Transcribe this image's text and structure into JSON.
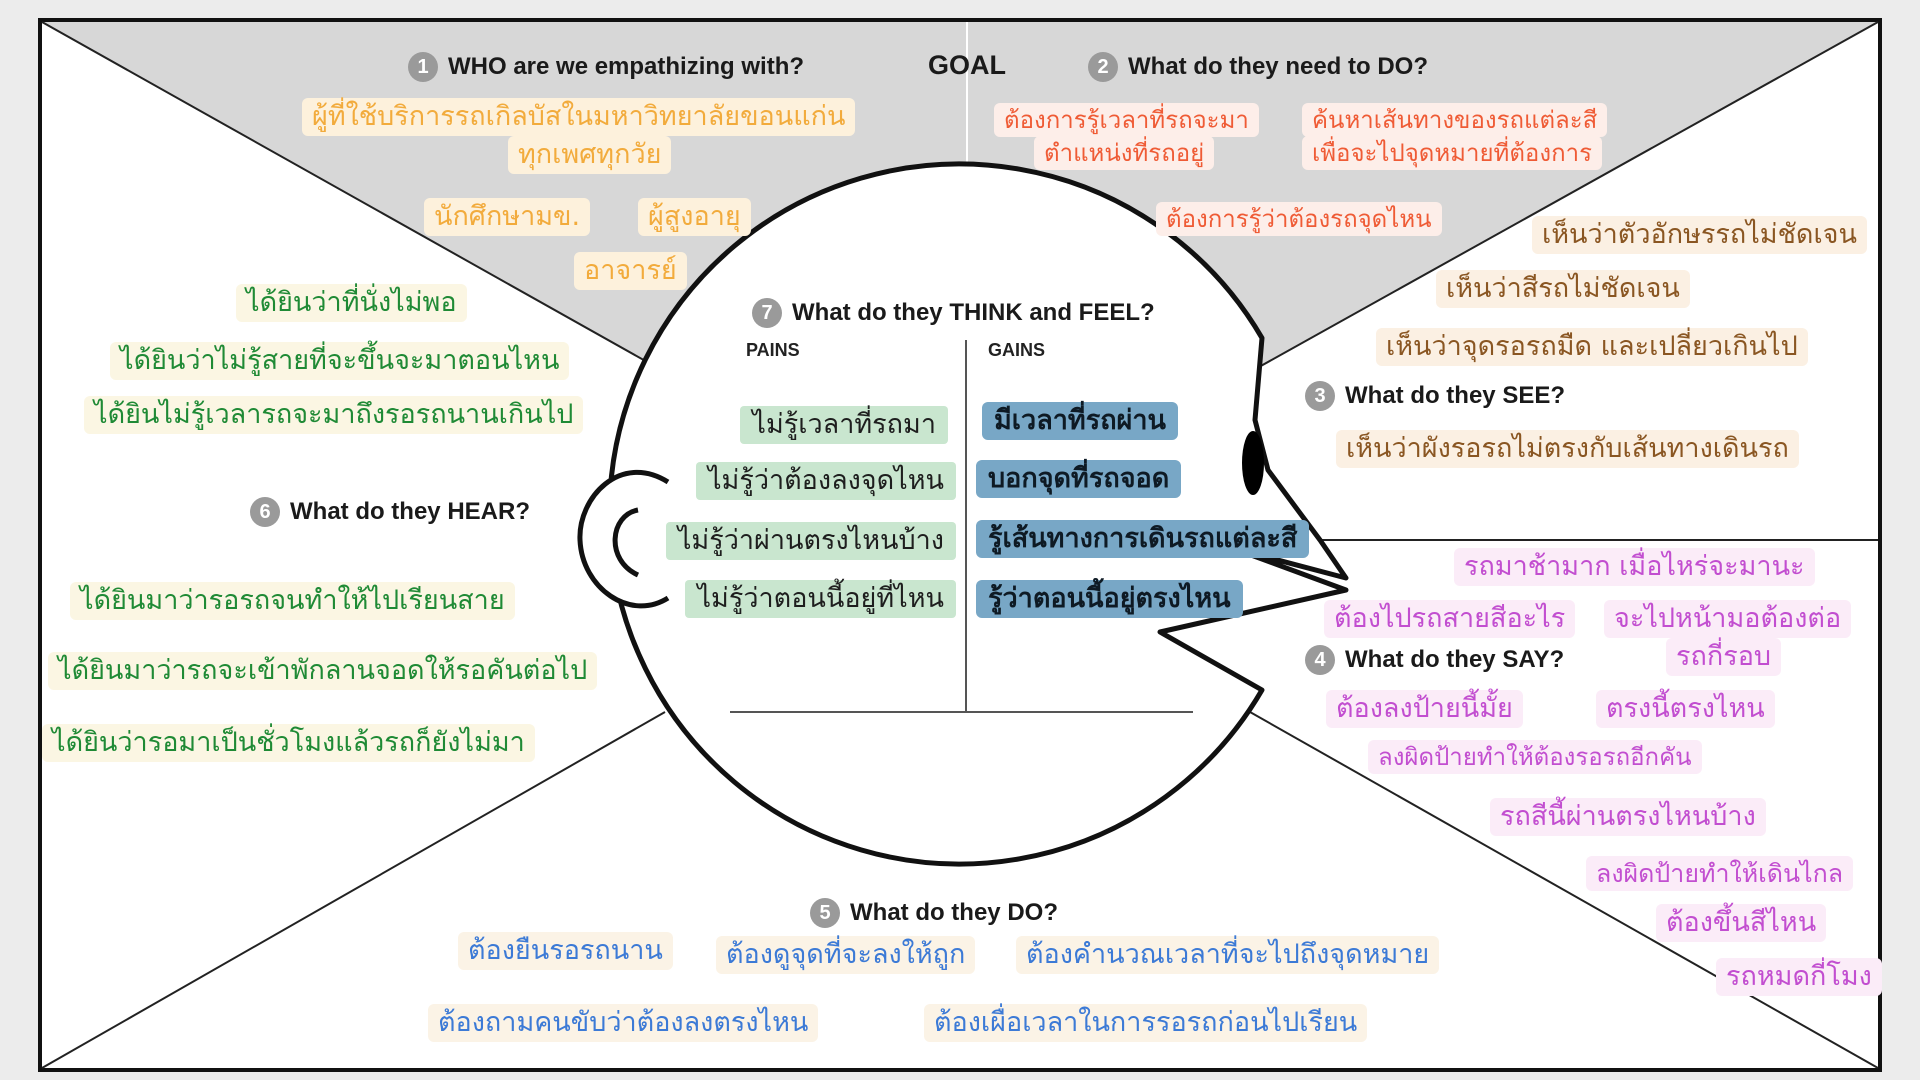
{
  "goal": "GOAL",
  "sections": {
    "who": {
      "num": "1",
      "title": "WHO are we empathizing with?"
    },
    "need": {
      "num": "2",
      "title": "What do they need to DO?"
    },
    "see": {
      "num": "3",
      "title": "What do they SEE?"
    },
    "say": {
      "num": "4",
      "title": "What do they SAY?"
    },
    "do": {
      "num": "5",
      "title": "What do they DO?"
    },
    "hear": {
      "num": "6",
      "title": "What do they HEAR?"
    },
    "think": {
      "num": "7",
      "title": "What do they THINK and FEEL?",
      "pains_label": "PAINS",
      "gains_label": "GAINS"
    }
  },
  "who_notes": [
    "ผู้ที่ใช้บริการรถเกิลบัสในมหาวิทยาลัยขอนแก่น",
    "ทุกเพศทุกวัย",
    "นักศึกษามข.",
    "ผู้สูงอายุ",
    "อาจารย์"
  ],
  "need_notes": [
    "ต้องการรู้เวลาที่รถจะมา",
    "ตำแหน่งที่รถอยู่",
    "ค้นหาเส้นทางของรถแต่ละสี",
    "เพื่อจะไปจุดหมายที่ต้องการ",
    "ต้องการรู้ว่าต้องรถจุดไหน"
  ],
  "see_notes": [
    "เห็นว่าตัวอักษรรถไม่ชัดเจน",
    "เห็นว่าสีรถไม่ชัดเจน",
    "เห็นว่าจุดรอรถมืด และเปลี่ยวเกินไป",
    "เห็นว่าผังรอรถไม่ตรงกับเส้นทางเดินรถ"
  ],
  "hear_notes": [
    "ได้ยินว่าที่นั่งไม่พอ",
    "ได้ยินว่าไม่รู้สายที่จะขึ้นจะมาตอนไหน",
    "ได้ยินไม่รู้เวลารถจะมาถึงรอรถนานเกินไป",
    "ได้ยินมาว่ารอรถจนทำให้ไปเรียนสาย",
    "ได้ยินมาว่ารถจะเข้าพักลานจอดให้รอคันต่อไป",
    "ได้ยินว่ารอมาเป็นชั่วโมงแล้วรถก็ยังไม่มา"
  ],
  "say_notes": [
    "รถมาช้ามาก เมื่อไหร่จะมานะ",
    "ต้องไปรถสายสีอะไร",
    "จะไปหน้ามอต้องต่อ",
    "รถกี่รอบ",
    "ต้องลงป้ายนี้มั้ย",
    "ตรงนี้ตรงไหน",
    "ลงผิดป้ายทำให้ต้องรอรถอีกคัน",
    "รถสีนี้ผ่านตรงไหนบ้าง",
    "ลงผิดป้ายทำให้เดินไกล",
    "ต้องขึ้นสีไหน",
    "รถหมดกี่โมง"
  ],
  "do_notes": [
    "ต้องยืนรอรถนาน",
    "ต้องดูจุดที่จะลงให้ถูก",
    "ต้องคำนวณเวลาที่จะไปถึงจุดหมาย",
    "ต้องถามคนขับว่าต้องลงตรงไหน",
    "ต้องเผื่อเวลาในการรอรถก่อนไปเรียน"
  ],
  "pains": [
    "ไม่รู้เวลาที่รถมา",
    "ไม่รู้ว่าต้องลงจุดไหน",
    "ไม่รู้ว่าผ่านตรงไหนบ้าง",
    "ไม่รู้ว่าตอนนี้อยู่ที่ไหน"
  ],
  "gains": [
    "มีเวลาที่รถผ่าน",
    "บอกจุดที่รถจอด",
    "รู้เส้นทางการเดินรถแต่ละสี",
    "รู้ว่าตอนนี้อยู่ตรงไหน"
  ],
  "colors": {
    "frame": "#111111",
    "top_band": "#d7d7d7",
    "page": "#ffffff",
    "who": "#f2ab3c",
    "need": "#ef5b35",
    "see": "#8a5622",
    "hear": "#1f8a35",
    "say": "#c24ed0",
    "do": "#3c7ad6",
    "pain_bg": "#c9e6cf",
    "gain_bg": "#78a7c6"
  }
}
